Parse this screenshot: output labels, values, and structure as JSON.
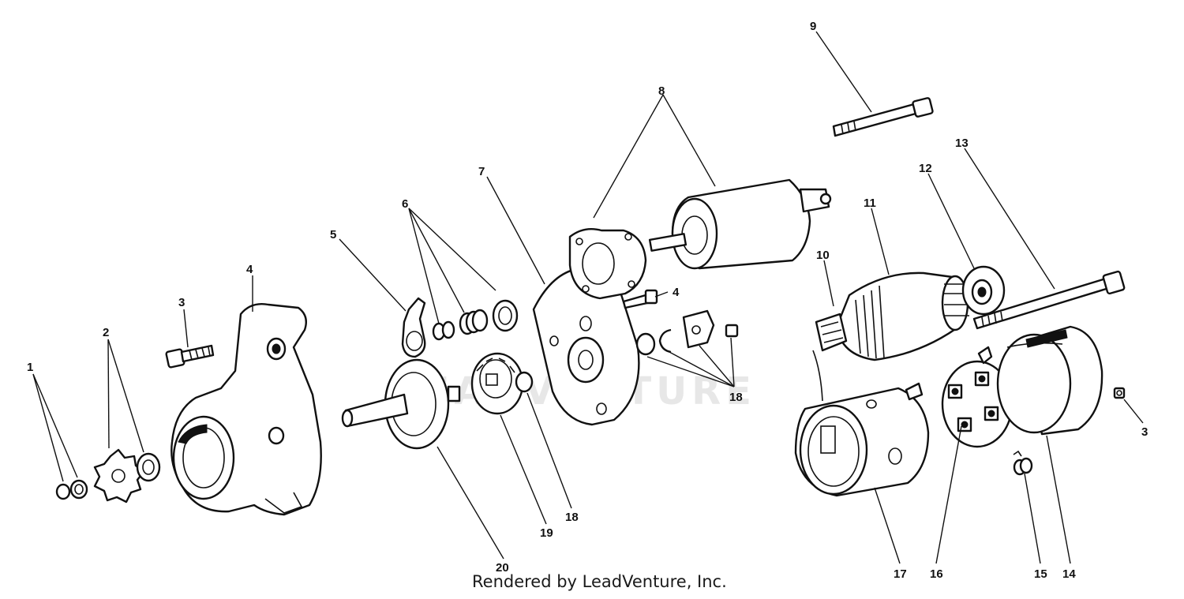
{
  "diagram": {
    "watermark_text": "LEADVENTURE",
    "credit_text": "Rendered by LeadVenture, Inc.",
    "callouts": [
      {
        "id": "c1",
        "label": "1"
      },
      {
        "id": "c2",
        "label": "2"
      },
      {
        "id": "c3a",
        "label": "3"
      },
      {
        "id": "c4a",
        "label": "4"
      },
      {
        "id": "c5",
        "label": "5"
      },
      {
        "id": "c6",
        "label": "6"
      },
      {
        "id": "c7",
        "label": "7"
      },
      {
        "id": "c8",
        "label": "8"
      },
      {
        "id": "c9",
        "label": "9"
      },
      {
        "id": "c4b",
        "label": "4"
      },
      {
        "id": "c10",
        "label": "10"
      },
      {
        "id": "c11",
        "label": "11"
      },
      {
        "id": "c12",
        "label": "12"
      },
      {
        "id": "c13",
        "label": "13"
      },
      {
        "id": "c18a",
        "label": "18"
      },
      {
        "id": "c3b",
        "label": "3"
      },
      {
        "id": "c18b",
        "label": "18"
      },
      {
        "id": "c19",
        "label": "19"
      },
      {
        "id": "c20",
        "label": "20"
      },
      {
        "id": "c17",
        "label": "17"
      },
      {
        "id": "c16",
        "label": "16"
      },
      {
        "id": "c15",
        "label": "15"
      },
      {
        "id": "c14",
        "label": "14"
      }
    ]
  }
}
